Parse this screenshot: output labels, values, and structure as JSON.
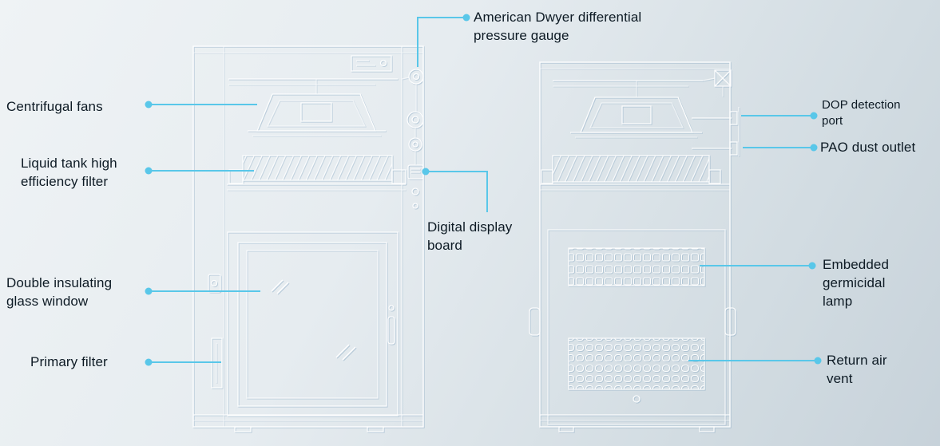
{
  "colors": {
    "accent": "#59c7e9",
    "label_text": "#0d1a24",
    "drawing_line": "#ffffff",
    "background_top": "#eff3f5",
    "background_bottom": "#c7d2da"
  },
  "callouts": {
    "pressure_gauge": {
      "label": "American Dwyer differential pressure gauge"
    },
    "centrifugal_fans": {
      "label": "Centrifugal fans"
    },
    "liquid_tank_filter": {
      "label": "Liquid tank high efficiency filter"
    },
    "glass_window": {
      "label": "Double insulating glass window"
    },
    "primary_filter": {
      "label": "Primary filter"
    },
    "digital_display": {
      "label": "Digital display board"
    },
    "dop_port": {
      "label": "DOP detection port"
    },
    "pao_outlet": {
      "label": "PAO dust outlet"
    },
    "germicidal_lamp": {
      "label": "Embedded germicidal lamp"
    },
    "return_air_vent": {
      "label": "Return air vent"
    }
  }
}
